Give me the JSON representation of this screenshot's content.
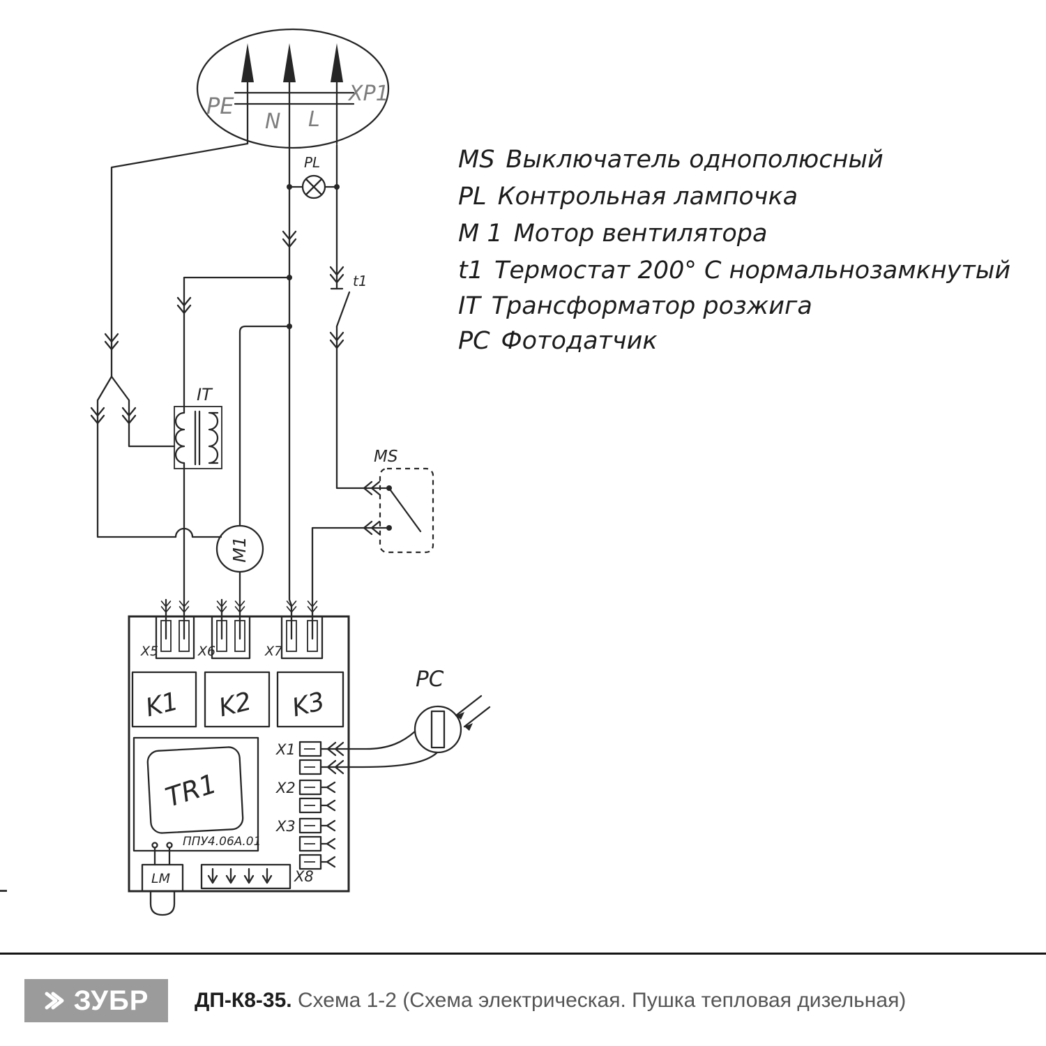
{
  "diagram": {
    "plug": {
      "label": "XP1",
      "pin_pe": "PE",
      "pin_n": "N",
      "pin_l": "L"
    },
    "lamp_label": "PL",
    "thermostat_label": "t1",
    "transformer_label": "IT",
    "switch_label": "MS",
    "motor_label": "M1",
    "sensor_label": "PC",
    "board": {
      "x5": "X5",
      "x6": "X6",
      "x7": "X7",
      "k1": "K1",
      "k2": "K2",
      "k3": "K3",
      "tr1": "TR1",
      "pcb_code": "ППУ4.06А.01",
      "x1": "X1",
      "x2": "X2",
      "x3": "X3",
      "x8": "X8",
      "lm": "LM"
    }
  },
  "legend": {
    "items": [
      {
        "code": "MS",
        "text": "Выключатель однополюсный"
      },
      {
        "code": "PL",
        "text": "Контрольная лампочка"
      },
      {
        "code": "M 1",
        "text": "Мотор вентилятора"
      },
      {
        "code": "t1",
        "text": "Термостат 200° С нормальнозамкнутый"
      },
      {
        "code": "IT",
        "text": "Трансформатор розжига"
      },
      {
        "code": "PC",
        "text": "Фотодатчик"
      }
    ]
  },
  "footer": {
    "logo_text": "ЗУБР",
    "model": "ДП-К8-35.",
    "caption": "Схема 1-2 (Схема электрическая. Пушка тепловая дизельная)"
  },
  "colors": {
    "ink": "#262626",
    "light_ink": "#7d7d7d",
    "logo_bg": "#9b9b9b"
  }
}
